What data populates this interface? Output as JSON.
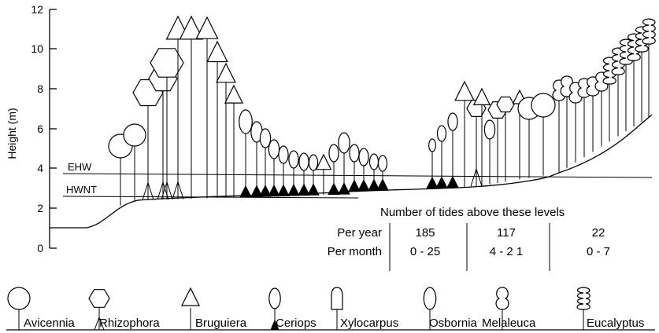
{
  "axis": {
    "ylabel": "Height (m)",
    "ticks": [
      "0",
      "2",
      "4",
      "6",
      "8",
      "10",
      "12"
    ]
  },
  "levels": {
    "ehw": "EHW",
    "hwnt": "HWNT"
  },
  "tides": {
    "title": "Number of tides above these levels",
    "rows": [
      {
        "label": "Per year",
        "values": [
          "185",
          "117",
          "22"
        ]
      },
      {
        "label": "Per month",
        "values": [
          "0 - 25",
          "4 - 2 1",
          "0 - 7"
        ]
      }
    ]
  },
  "legend": [
    "Avicennia",
    "Rhizophora",
    "Bruguiera",
    "Ceriops",
    "Xylocarpus",
    "Osbornia",
    "Melaleuca",
    "Eucalyptus"
  ]
}
